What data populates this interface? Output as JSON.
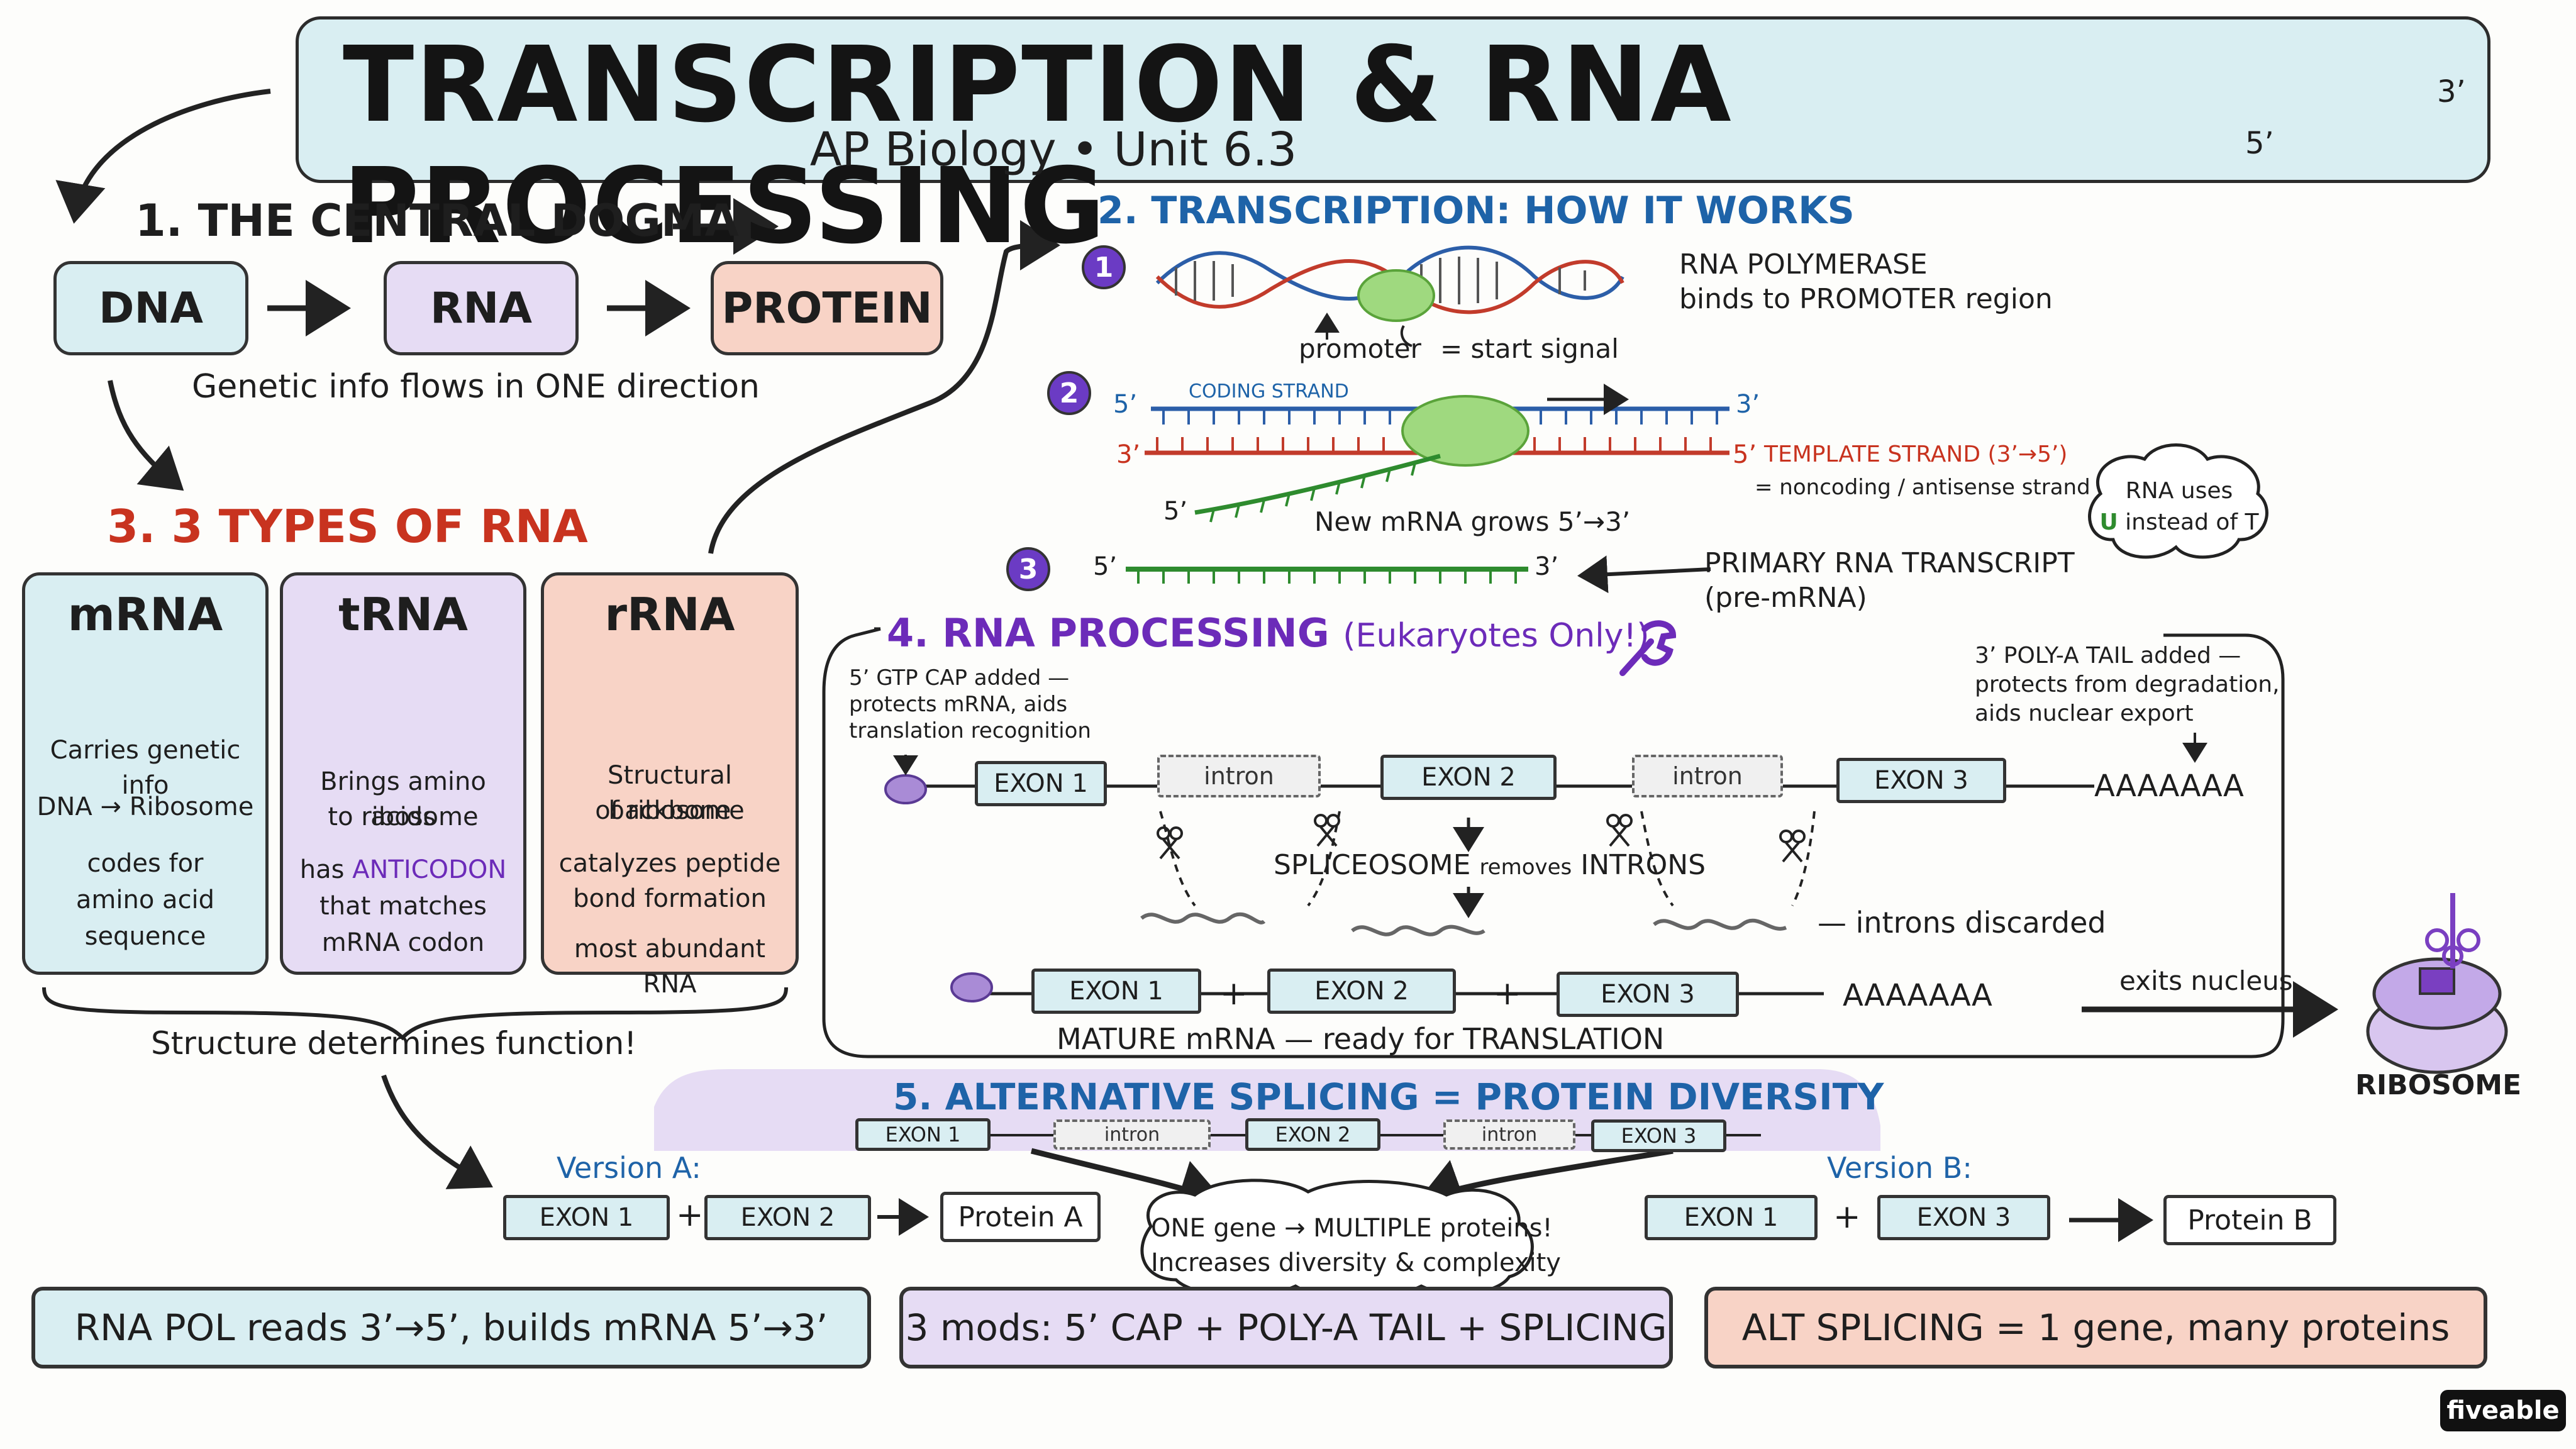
{
  "title": "TRANSCRIPTION & RNA PROCESSING",
  "subtitle": "AP Biology • Unit 6.3",
  "dna_labels": {
    "five": "5’",
    "three": "3’"
  },
  "dogma": {
    "heading": "1. THE CENTRAL DOGMA",
    "dna": "DNA",
    "rna": "RNA",
    "protein": "PROTEIN",
    "caption": "Genetic info flows in ONE direction"
  },
  "transcription": {
    "heading": "2. TRANSCRIPTION: HOW IT WORKS",
    "step1": {
      "num": "1",
      "label1": "RNA POLYMERASE",
      "label2": "binds to PROMOTER region",
      "promoter": "promoter",
      "start_signal": "= start signal"
    },
    "step2": {
      "num": "2",
      "coding_strand": "CODING STRAND",
      "five_top": "5’",
      "three_top": "3’",
      "three_bottom": "3’",
      "five_template": "5’",
      "template_strand": "TEMPLATE STRAND (3’→5’)",
      "noncoding": "= noncoding / antisense strand",
      "mrna_five": "5’",
      "mrna_grows": "New mRNA grows 5’→3’"
    },
    "rna_uses": {
      "line1": "RNA uses",
      "u": "U",
      "line2": "instead of T"
    },
    "step3": {
      "num": "3",
      "five": "5’",
      "three": "3’",
      "primary1": "PRIMARY RNA TRANSCRIPT",
      "primary2": "(pre-mRNA)"
    }
  },
  "rna_types": {
    "heading": "3. 3 TYPES OF RNA",
    "mrna": {
      "title": "mRNA",
      "line1": "Carries genetic info",
      "line2": "DNA → Ribosome",
      "line3": "codes for",
      "line4": "amino acid",
      "line5": "sequence"
    },
    "trna": {
      "title": "tRNA",
      "line1": "Brings amino acids",
      "line2": "to ribosome",
      "line3a": "has ",
      "line3b": "ANTICODON",
      "line4": "that matches",
      "line5": "mRNA codon"
    },
    "rrna": {
      "title": "rRNA",
      "line1": "Structural backbone",
      "line2": "of ribosome",
      "line3": "catalyzes peptide",
      "line4": "bond formation",
      "line5": "most abundant RNA"
    },
    "caption": "Structure determines function!"
  },
  "processing": {
    "heading": "4. RNA PROCESSING",
    "heading_note": "(Eukaryotes Only!)",
    "cap_note1": "5’ GTP CAP added —",
    "cap_note2": "protects mRNA, aids",
    "cap_note3": "translation recognition",
    "tail_note1": "3’ POLY-A TAIL added —",
    "tail_note2": "protects from degradation,",
    "tail_note3": "aids nuclear export",
    "exon1": "EXON 1",
    "intron": "intron",
    "exon2": "EXON 2",
    "exon3": "EXON 3",
    "polya": "AAAAAAA",
    "spliceosome1": "SPLICEOSOME",
    "spliceosome2": "removes",
    "spliceosome3": "INTRONS",
    "discarded": "— introns discarded",
    "mature": "MATURE mRNA — ready for TRANSLATION",
    "plus": "+",
    "exits": "exits nucleus",
    "ribosome": "RIBOSOME"
  },
  "alt_splicing": {
    "heading": "5. ALTERNATIVE SPLICING = PROTEIN DIVERSITY",
    "version_a": "Version A:",
    "version_b": "Version B:",
    "exon1": "EXON 1",
    "exon2": "EXON 2",
    "exon3": "EXON 3",
    "intron": "intron",
    "plus": "+",
    "protein_a": "Protein A",
    "protein_b": "Protein B",
    "cloud1": "ONE gene → MULTIPLE proteins!",
    "cloud2": "Increases diversity & complexity"
  },
  "summary": {
    "box1": "RNA POL reads 3’→5’, builds mRNA 5’→3’",
    "box2": "3 mods: 5’ CAP + POLY-A TAIL + SPLICING",
    "box3": "ALT SPLICING = 1 gene, many proteins"
  },
  "brand": "fiveable",
  "colors": {
    "banner": "#d9eef2",
    "dna_box": "#d9eef2",
    "rna_box": "#e6dcf4",
    "protein_box": "#f8d3c6",
    "blue_text": "#1e63a8",
    "red_text": "#c8331f",
    "purple_text": "#6c2bb9",
    "polymerase": "#9fd97f",
    "mrna_green": "#2e8b2e"
  }
}
